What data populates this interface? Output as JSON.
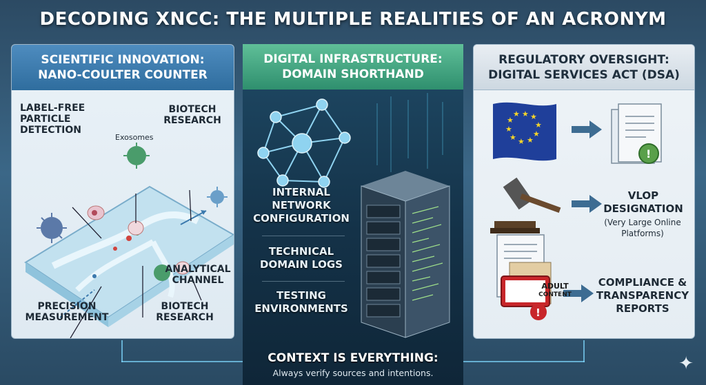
{
  "title": "DECODING XNCC: THE MULTIPLE REALITIES OF AN ACRONYM",
  "left_panel": {
    "heading_line1": "SCIENTIFIC INNOVATION:",
    "heading_line2": "NANO-COULTER COUNTER",
    "label_free_line1": "LABEL-FREE",
    "label_free_line2": "PARTICLE",
    "label_free_line3": "DETECTION",
    "exosomes": "Exosomes",
    "biotech_top_line1": "BIOTECH",
    "biotech_top_line2": "RESEARCH",
    "analytical_line1": "ANALYTICAL",
    "analytical_line2": "CHANNEL",
    "precision_line1": "PRECISION",
    "precision_line2": "MEASUREMENT",
    "biotech_bottom_line1": "BIOTECH",
    "biotech_bottom_line2": "RESEARCH"
  },
  "middle_panel": {
    "heading_line1": "DIGITAL INFRASTRUCTURE:",
    "heading_line2": "DOMAIN SHORTHAND",
    "internal_line1": "INTERNAL",
    "internal_line2": "NETWORK",
    "internal_line3": "CONFIGURATION",
    "technical_line1": "TECHNICAL",
    "technical_line2": "DOMAIN LOGS",
    "testing_line1": "TESTING",
    "testing_line2": "ENVIRONMENTS"
  },
  "right_panel": {
    "heading_line1": "REGULATORY OVERSIGHT:",
    "heading_line2": "DIGITAL SERVICES ACT (DSA)",
    "vlop_line1": "VLOP",
    "vlop_line2": "DESIGNATION",
    "vlop_sub_line1": "(Very Large Online",
    "vlop_sub_line2": "Platforms)",
    "adult_line1": "ADULT",
    "adult_line2": "CONTENT",
    "compliance_line1": "COMPLIANCE &",
    "compliance_line2": "TRANSPARENCY",
    "compliance_line3": "REPORTS"
  },
  "footer": {
    "headline": "CONTEXT IS EVERYTHING:",
    "subline": "Always verify sources and intentions."
  },
  "colors": {
    "science_blue": "#3b79ad",
    "infra_green": "#3fa07e",
    "eu_blue": "#1f3f9a",
    "eu_star": "#f4d42b",
    "alert_red": "#c8262a"
  }
}
